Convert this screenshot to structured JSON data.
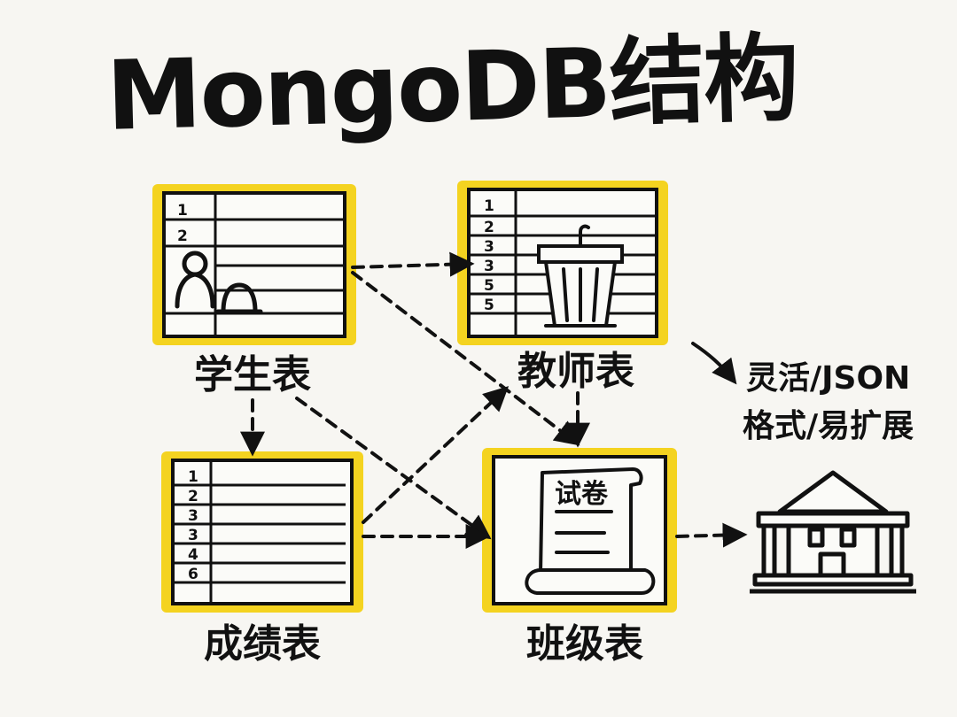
{
  "title": "MongoDB结构",
  "tables": {
    "students": {
      "label": "学生表",
      "rows": [
        "1",
        "2"
      ]
    },
    "teachers": {
      "label": "教师表",
      "rows": [
        "1",
        "2",
        "3",
        "3",
        "5",
        "5"
      ]
    },
    "scores": {
      "label": "成绩表",
      "rows": [
        "1",
        "2",
        "3",
        "3",
        "4",
        "6"
      ]
    },
    "classes": {
      "label": "班级表",
      "paper_text": "试卷"
    }
  },
  "note": {
    "line1": "灵活/JSON",
    "line2": "格式/易扩展"
  },
  "icons": {
    "students": "people-icon",
    "teachers": "podium-icon",
    "classes": "exam-paper-icon",
    "building": "building-icon"
  },
  "colors": {
    "frame": "#f4d320",
    "ink": "#111111",
    "paper": "#f7f6f2"
  }
}
